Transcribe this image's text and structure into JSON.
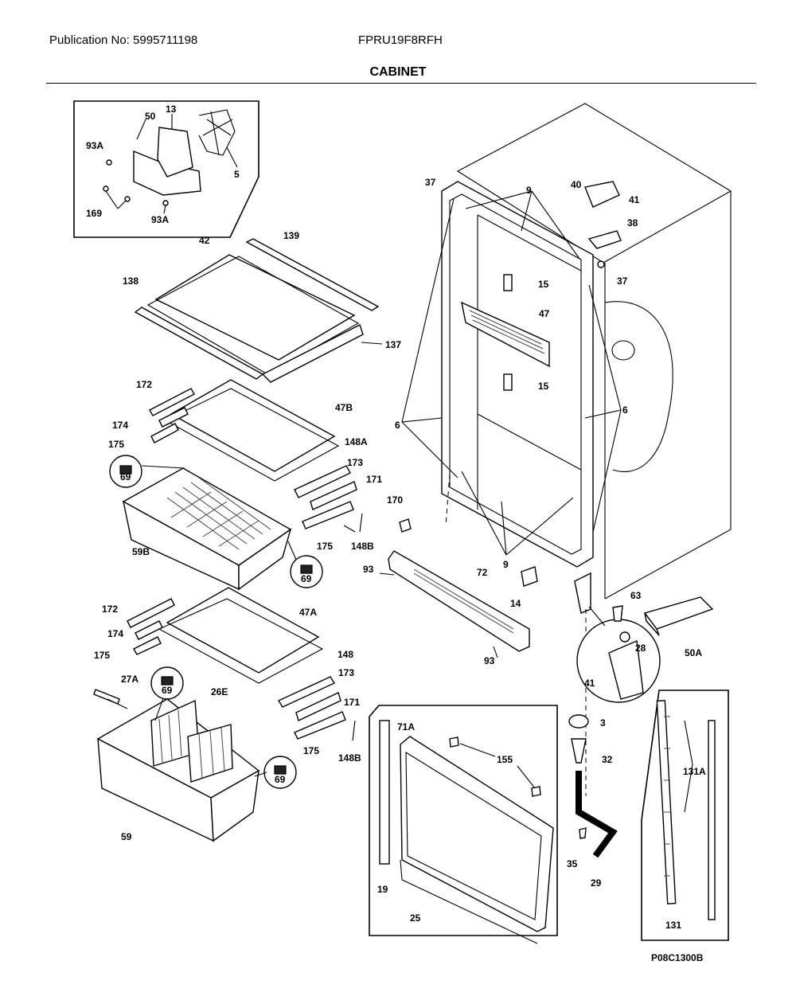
{
  "header": {
    "publication": "Publication No: 5995711198",
    "model": "FPRU19F8RFH",
    "section_title": "CABINET"
  },
  "reference_code": "P08C1300B",
  "labels": {
    "fan_13": "13",
    "fan_50": "50",
    "fan_93a_1": "93A",
    "fan_5": "5",
    "fan_169": "169",
    "fan_93a_2": "93A",
    "shelf_42": "42",
    "shelf_139": "139",
    "shelf_138": "138",
    "shelf_137": "137",
    "shelf_172_1": "172",
    "shelf_174_1": "174",
    "shelf_47b": "47B",
    "shelf_175_1": "175",
    "shelf_148a": "148A",
    "shelf_173_1": "173",
    "shelf_171_1": "171",
    "shelf_170": "170",
    "shelf_69_1": "69",
    "shelf_175_2": "175",
    "shelf_148b_1": "148B",
    "shelf_59b": "59B",
    "shelf_69_2": "69",
    "shelf_93_1": "93",
    "shelf_72": "72",
    "shelf_14": "14",
    "shelf_93_2": "93",
    "shelf_172_2": "172",
    "shelf_47a": "47A",
    "shelf_174_2": "174",
    "shelf_175_3": "175",
    "shelf_148": "148",
    "shelf_173_2": "173",
    "shelf_27a": "27A",
    "shelf_69_3": "69",
    "shelf_26e": "26E",
    "shelf_171_2": "171",
    "shelf_175_4": "175",
    "shelf_148b_2": "148B",
    "shelf_69_4": "69",
    "shelf_59": "59",
    "cab_37_1": "37",
    "cab_9_1": "9",
    "cab_40": "40",
    "cab_41_1": "41",
    "cab_38": "38",
    "cab_37_2": "37",
    "cab_15_1": "15",
    "cab_47": "47",
    "cab_15_2": "15",
    "cab_6_1": "6",
    "cab_6_2": "6",
    "cab_9_2": "9",
    "cab_63": "63",
    "cab_50a": "50A",
    "cab_28": "28",
    "cab_41_2": "41",
    "cab_3": "3",
    "cab_32": "32",
    "cab_35": "35",
    "cab_29": "29",
    "door_71a": "71A",
    "door_155": "155",
    "door_19": "19",
    "door_25": "25",
    "rail_131a": "131A",
    "rail_131": "131"
  }
}
